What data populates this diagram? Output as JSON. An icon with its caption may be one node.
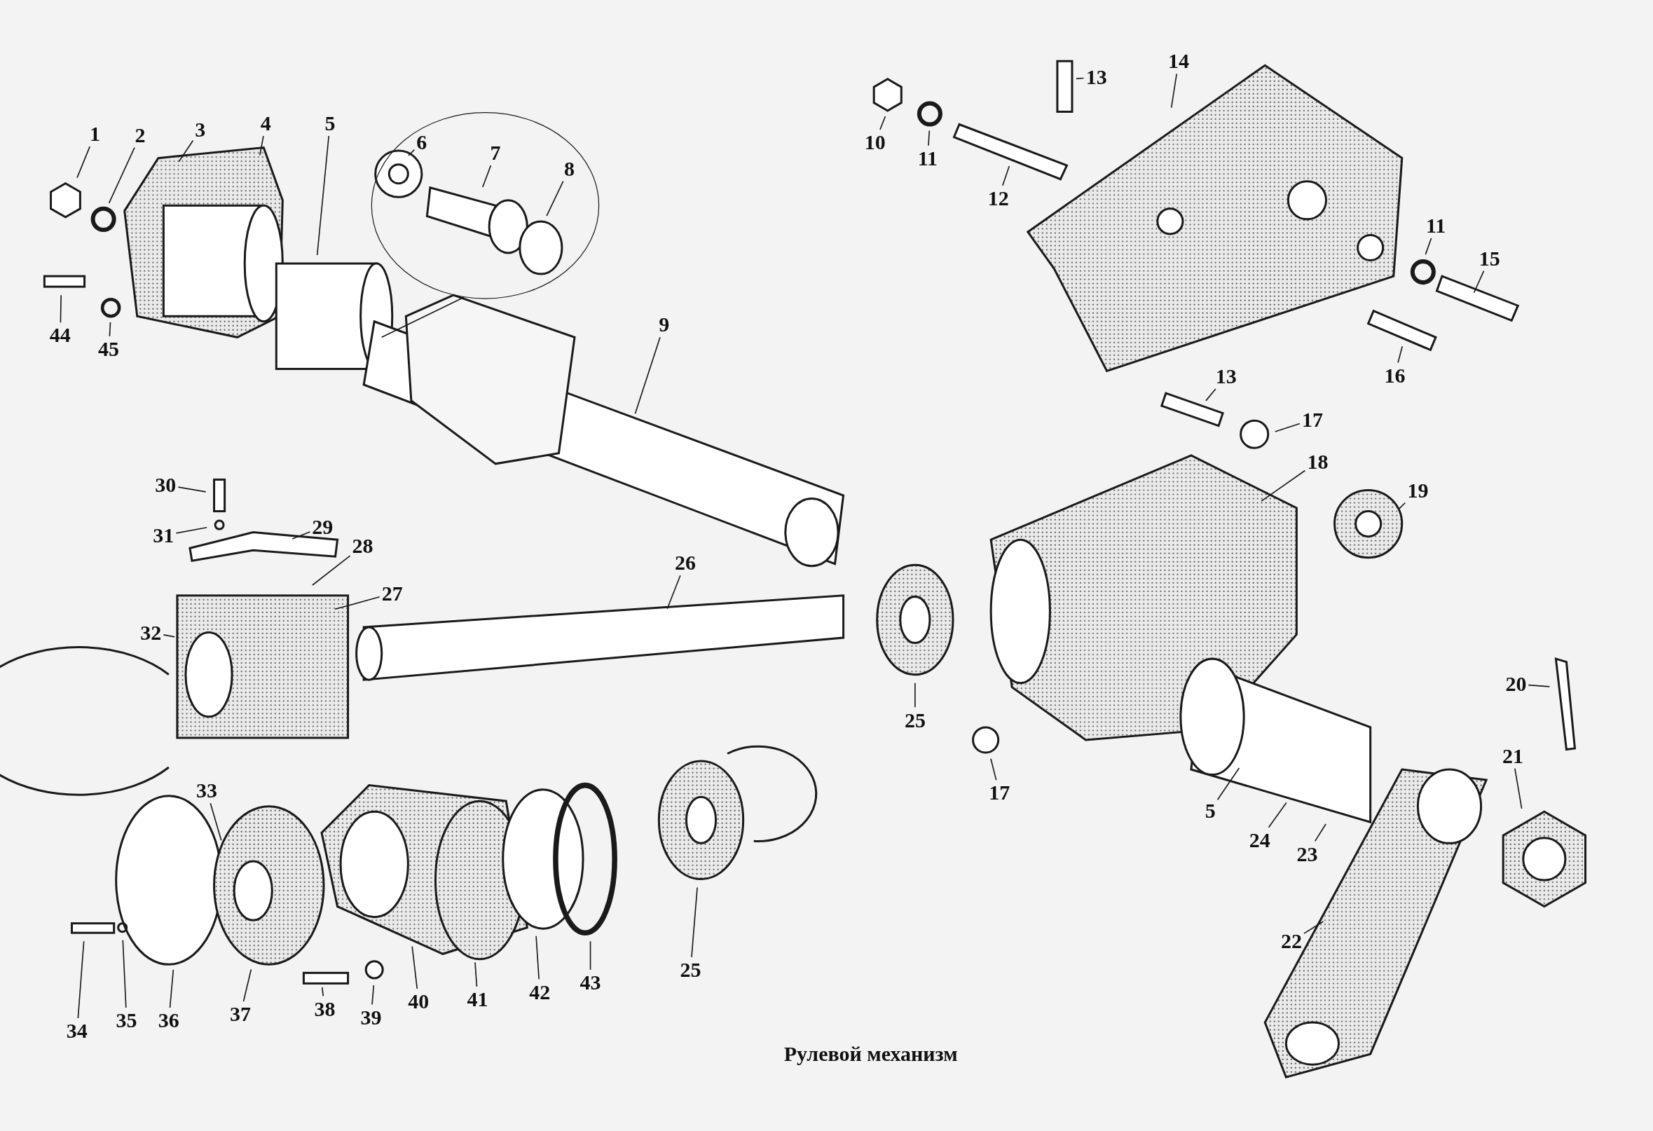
{
  "diagram": {
    "caption": "Рулевой механизм",
    "nodes": [
      {
        "text": [
          "1"
        ]
      },
      {
        "text": [
          "2"
        ]
      },
      {
        "text": [
          "3"
        ]
      },
      {
        "text": [
          "4"
        ]
      },
      {
        "text": [
          "5"
        ]
      },
      {
        "text": [],
        "shape": "ellipse"
      },
      {
        "text": [
          "6"
        ],
        "in": 5
      },
      {
        "text": [
          "7"
        ],
        "in": 5
      },
      {
        "text": [
          "8"
        ],
        "in": 5
      },
      {
        "text": [
          "9"
        ]
      },
      {
        "text": [
          "10"
        ]
      },
      {
        "text": [
          "11"
        ]
      },
      {
        "text": [
          "12"
        ]
      },
      {
        "text": [
          "13"
        ]
      },
      {
        "text": [
          "14"
        ]
      },
      {
        "text": [
          "11"
        ]
      },
      {
        "text": [
          "15"
        ]
      },
      {
        "text": [
          "16"
        ]
      },
      {
        "text": [
          "13"
        ]
      },
      {
        "text": [
          "17"
        ]
      },
      {
        "text": [
          "18"
        ]
      },
      {
        "text": [
          "19"
        ]
      },
      {
        "text": [
          "20"
        ]
      },
      {
        "text": [
          "21"
        ]
      },
      {
        "text": [
          "22"
        ]
      },
      {
        "text": [
          "23"
        ]
      },
      {
        "text": [
          "24"
        ]
      },
      {
        "text": [
          "5"
        ]
      },
      {
        "text": [
          "17"
        ]
      },
      {
        "text": [
          "25"
        ]
      },
      {
        "text": [
          "25"
        ]
      },
      {
        "text": [
          "26"
        ]
      },
      {
        "text": [
          "27"
        ]
      },
      {
        "text": [
          "28"
        ]
      },
      {
        "text": [
          "29"
        ]
      },
      {
        "text": [
          "30"
        ]
      },
      {
        "text": [
          "31"
        ]
      },
      {
        "text": [
          "32"
        ]
      },
      {
        "text": [
          "33"
        ]
      },
      {
        "text": [
          "34"
        ]
      },
      {
        "text": [
          "35"
        ]
      },
      {
        "text": [
          "36"
        ]
      },
      {
        "text": [
          "37"
        ]
      },
      {
        "text": [
          "38"
        ]
      },
      {
        "text": [
          "39"
        ]
      },
      {
        "text": [
          "40"
        ]
      },
      {
        "text": [
          "41"
        ]
      },
      {
        "text": [
          "42"
        ]
      },
      {
        "text": [
          "43"
        ]
      },
      {
        "text": [
          "44"
        ]
      },
      {
        "text": [
          "45"
        ]
      }
    ],
    "edges": [
      {
        "from": 0,
        "to": null,
        "arrow": "none"
      },
      {
        "from": 1,
        "to": null,
        "arrow": "none"
      },
      {
        "from": 2,
        "to": null,
        "arrow": "none"
      },
      {
        "from": 3,
        "to": null,
        "arrow": "none"
      },
      {
        "from": 4,
        "to": null,
        "arrow": "none"
      },
      {
        "from": 5,
        "to": null,
        "arrow": "none"
      },
      {
        "from": 6,
        "to": null,
        "arrow": "none"
      },
      {
        "from": 7,
        "to": null,
        "arrow": "none"
      },
      {
        "from": 8,
        "to": null,
        "arrow": "none"
      },
      {
        "from": 9,
        "to": null,
        "arrow": "none"
      },
      {
        "from": 10,
        "to": null,
        "arrow": "none"
      },
      {
        "from": 11,
        "to": null,
        "arrow": "none"
      },
      {
        "from": 12,
        "to": null,
        "arrow": "none"
      },
      {
        "from": 13,
        "to": null,
        "arrow": "none"
      },
      {
        "from": 14,
        "to": null,
        "arrow": "none"
      },
      {
        "from": 15,
        "to": null,
        "arrow": "none"
      },
      {
        "from": 16,
        "to": null,
        "arrow": "none"
      },
      {
        "from": 17,
        "to": null,
        "arrow": "none"
      },
      {
        "from": 18,
        "to": null,
        "arrow": "none"
      },
      {
        "from": 19,
        "to": null,
        "arrow": "none"
      },
      {
        "from": 20,
        "to": null,
        "arrow": "none"
      },
      {
        "from": 21,
        "to": null,
        "arrow": "none"
      },
      {
        "from": 22,
        "to": null,
        "arrow": "none"
      },
      {
        "from": 23,
        "to": null,
        "arrow": "none"
      },
      {
        "from": 24,
        "to": null,
        "arrow": "none"
      },
      {
        "from": 25,
        "to": null,
        "arrow": "none"
      },
      {
        "from": 26,
        "to": null,
        "arrow": "none"
      },
      {
        "from": 27,
        "to": null,
        "arrow": "none"
      },
      {
        "from": 28,
        "to": null,
        "arrow": "none"
      },
      {
        "from": 29,
        "to": null,
        "arrow": "none"
      },
      {
        "from": 30,
        "to": null,
        "arrow": "none"
      },
      {
        "from": 31,
        "to": null,
        "arrow": "none"
      },
      {
        "from": 32,
        "to": null,
        "arrow": "none"
      },
      {
        "from": 33,
        "to": null,
        "arrow": "none"
      },
      {
        "from": 34,
        "to": null,
        "arrow": "none"
      },
      {
        "from": 35,
        "to": null,
        "arrow": "none"
      },
      {
        "from": 36,
        "to": null,
        "arrow": "none"
      },
      {
        "from": 37,
        "to": null,
        "arrow": "none"
      },
      {
        "from": 38,
        "to": null,
        "arrow": "none"
      },
      {
        "from": 39,
        "to": null,
        "arrow": "none"
      },
      {
        "from": 40,
        "to": null,
        "arrow": "none"
      },
      {
        "from": 41,
        "to": null,
        "arrow": "none"
      },
      {
        "from": 42,
        "to": null,
        "arrow": "none"
      },
      {
        "from": 43,
        "to": null,
        "arrow": "none"
      },
      {
        "from": 44,
        "to": null,
        "arrow": "none"
      },
      {
        "from": 45,
        "to": null,
        "arrow": "none"
      },
      {
        "from": 46,
        "to": null,
        "arrow": "none"
      },
      {
        "from": 47,
        "to": null,
        "arrow": "none"
      },
      {
        "from": 48,
        "to": null,
        "arrow": "none"
      },
      {
        "from": 49,
        "to": null,
        "arrow": "none"
      },
      {
        "from": 50,
        "to": null,
        "arrow": "none"
      }
    ]
  }
}
